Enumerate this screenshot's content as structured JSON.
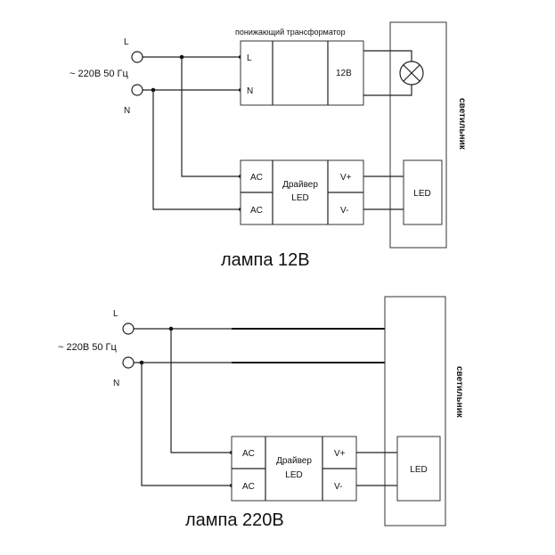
{
  "diagram1": {
    "line_label": "L",
    "neutral_label": "N",
    "supply_label": "~ 220В 50 Гц",
    "transformer_title": "понижающий трансформатор",
    "transformer_in_l": "L",
    "transformer_in_n": "N",
    "transformer_out": "12В",
    "driver_ac_top": "AC",
    "driver_ac_bottom": "AC",
    "driver_name_line1": "Драйвер",
    "driver_name_line2": "LED",
    "driver_vplus": "V+",
    "driver_vminus": "V-",
    "led_label": "LED",
    "fixture_label": "светильник",
    "caption": "лампа 12В"
  },
  "diagram2": {
    "line_label": "L",
    "neutral_label": "N",
    "supply_label": "~ 220В 50 Гц",
    "driver_ac_top": "AC",
    "driver_ac_bottom": "AC",
    "driver_name_line1": "Драйвер",
    "driver_name_line2": "LED",
    "driver_vplus": "V+",
    "driver_vminus": "V-",
    "led_label": "LED",
    "fixture_label": "светильник",
    "caption": "лампа 220В"
  }
}
